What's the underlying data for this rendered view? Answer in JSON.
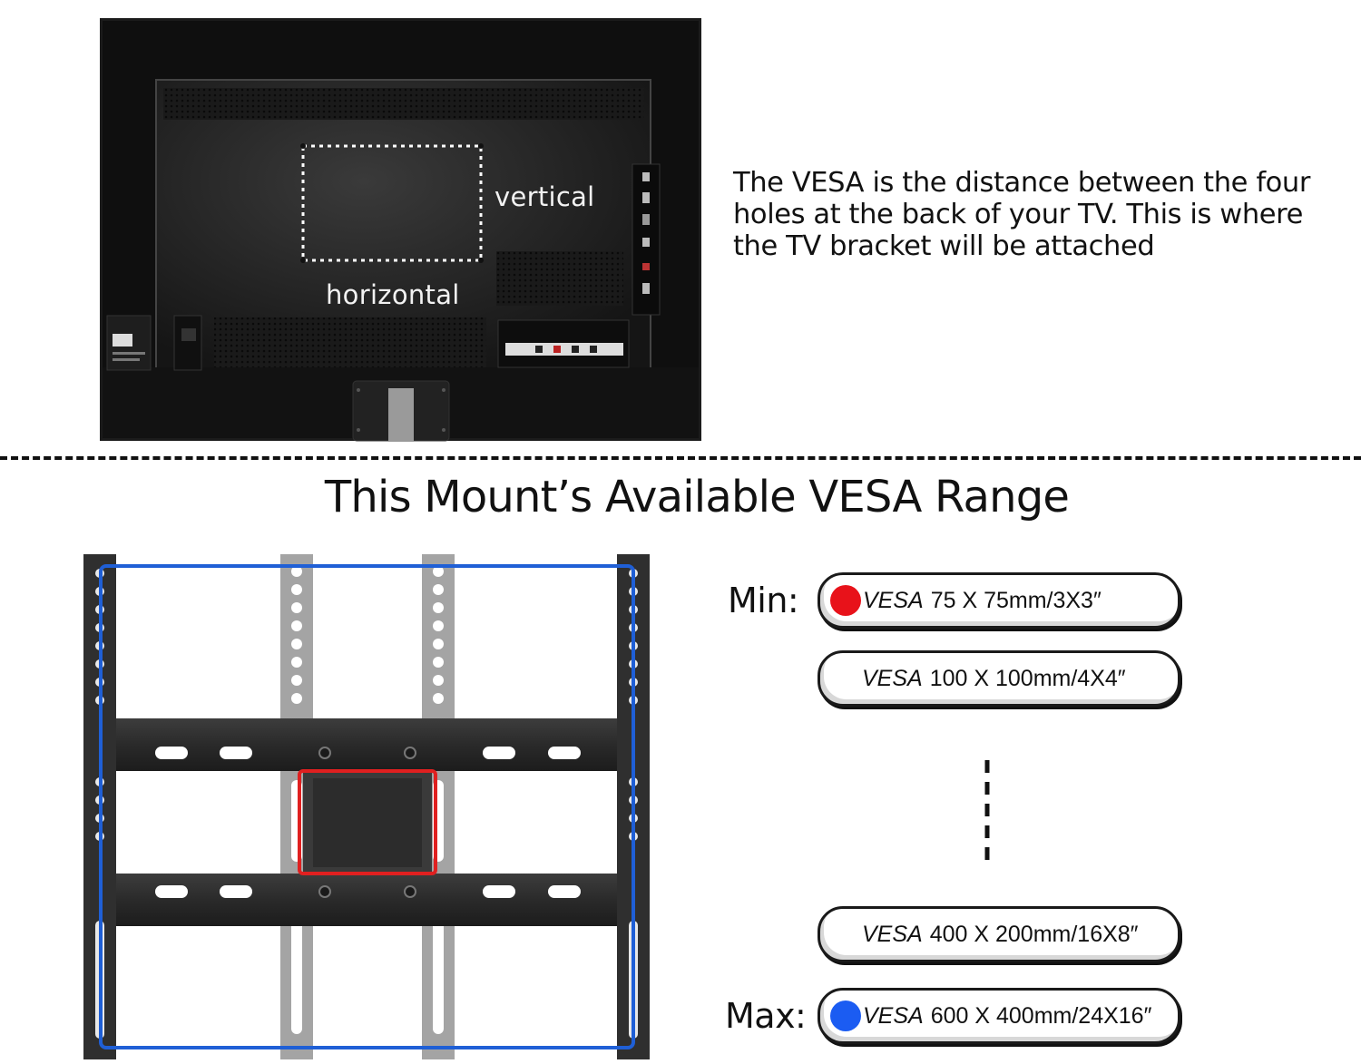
{
  "tv": {
    "label_vertical": "vertical",
    "label_horizontal": "horizontal"
  },
  "description": "The VESA is the distance between the four holes at the back of your TV. This is where the TV bracket will be attached",
  "title": "This Mount’s Available VESA Range",
  "ranges": {
    "min_label": "Min:",
    "max_label": "Max:",
    "items": [
      {
        "prefix": "VESA",
        "size": "75 X 75mm/3X3″",
        "dot_color": "#e8121a"
      },
      {
        "prefix": "VESA",
        "size": "100 X 100mm/4X4″"
      },
      {
        "prefix": "VESA",
        "size": "400 X 200mm/16X8″"
      },
      {
        "prefix": "VESA",
        "size": "600 X 400mm/24X16″",
        "dot_color": "#1b5cf2"
      }
    ]
  },
  "colors": {
    "min_outline": "#e02020",
    "max_outline": "#1f5fd6"
  }
}
